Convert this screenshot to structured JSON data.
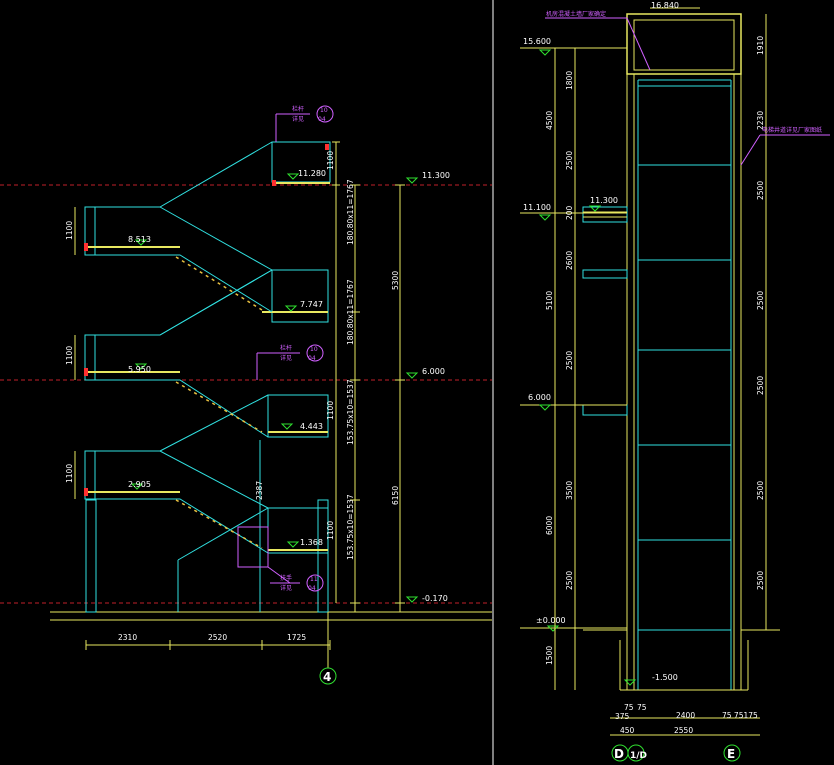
{
  "colors": {
    "background": "#000000",
    "structure": "#30e0e0",
    "dimension": "#e8e860",
    "level_line": "#c0202a",
    "elevation_marker": "#30e030",
    "annotation": "#d060ff"
  },
  "section": {
    "landings": [
      "11.280",
      "8.513",
      "7.747",
      "5.950",
      "4.443",
      "2.905",
      "1.368"
    ],
    "levels": [
      "11.300",
      "6.000",
      "-0.170"
    ],
    "dims_right": [
      "1100",
      "180.80x11=1767",
      "180.80x11=1767",
      "1100",
      "153.75x10=1537",
      "153.75x10=1537",
      "1100",
      "5300",
      "6150",
      "2387"
    ],
    "dims_left": [
      "1100",
      "1100",
      "1100"
    ],
    "dims_bottom": [
      "2310",
      "2520",
      "1725"
    ],
    "callouts": [
      {
        "label": "栏杆",
        "detail": "详见",
        "number": "10",
        "sheet": "04"
      },
      {
        "label": "栏杆",
        "detail": "详见",
        "number": "10",
        "sheet": "04"
      },
      {
        "label": "扶手",
        "detail": "详见",
        "number": "11",
        "sheet": "04"
      }
    ],
    "axis": "4"
  },
  "shaft": {
    "levels": [
      "16.840",
      "15.600",
      "11.100",
      "6.000",
      "±0.000",
      "-1.500",
      "11.300"
    ],
    "dims_left": [
      "1800",
      "4500",
      "2500",
      "200",
      "2600",
      "5100",
      "2500",
      "3500",
      "6000",
      "2500",
      "1500"
    ],
    "dims_right": [
      "1910",
      "2230",
      "2500",
      "2500",
      "2500",
      "2500",
      "2500"
    ],
    "dims_bottom": [
      "75",
      "75",
      "2400",
      "75 75175",
      "375",
      "",
      "450",
      "2550"
    ],
    "notes": [
      "机房混凝土墙厂家确定",
      "电梯井道详见厂家图纸"
    ],
    "axes": [
      "D",
      "1/D",
      "E"
    ]
  }
}
